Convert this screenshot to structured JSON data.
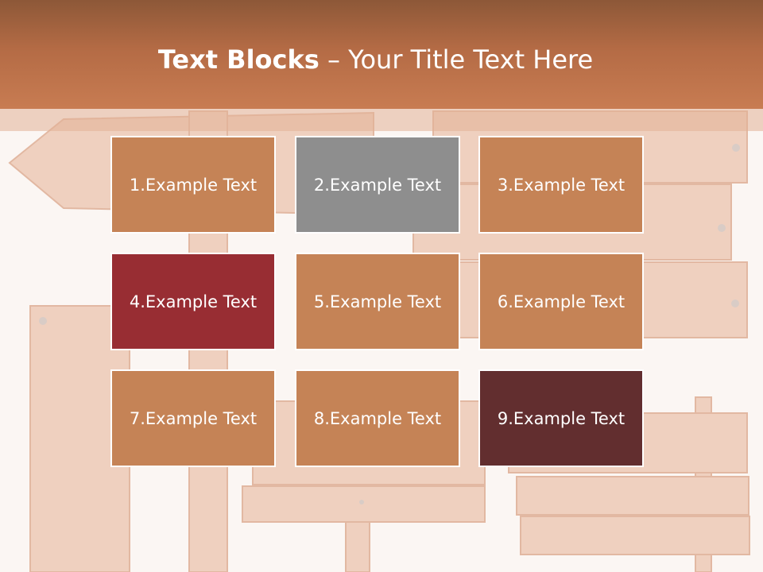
{
  "slide": {
    "title_bold": "Text Blocks",
    "title_dash": " – ",
    "title_rest": "Your Title Text Here"
  },
  "blocks": [
    {
      "label": "1.Example Text",
      "color": "#c58356"
    },
    {
      "label": "2.Example Text",
      "color": "#8e8e8e"
    },
    {
      "label": "3.Example Text",
      "color": "#c58356"
    },
    {
      "label": "4.Example Text",
      "color": "#982d33"
    },
    {
      "label": "5.Example Text",
      "color": "#c58356"
    },
    {
      "label": "6.Example Text",
      "color": "#c58356"
    },
    {
      "label": "7.Example Text",
      "color": "#c58356"
    },
    {
      "label": "8.Example Text",
      "color": "#c58356"
    },
    {
      "label": "9.Example Text",
      "color": "#622e2f"
    }
  ],
  "theme": {
    "header_color": "#b46b45",
    "background_color": "#fbf6f3",
    "wood_color": "#f0d2c2"
  }
}
